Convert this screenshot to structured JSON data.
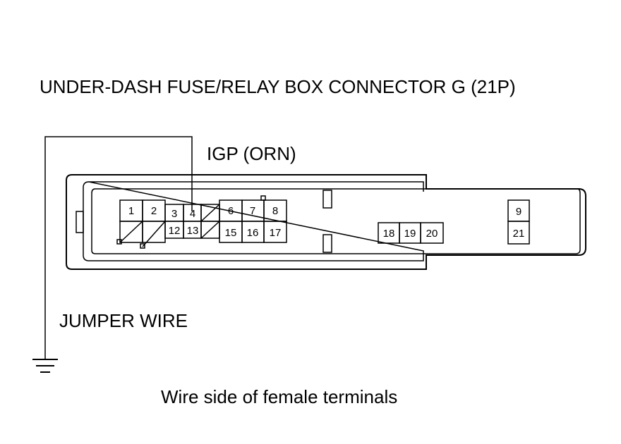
{
  "title": "UNDER-DASH FUSE/RELAY BOX CONNECTOR G (21P)",
  "wire_label": "IGP (ORN)",
  "jumper_label": "JUMPER WIRE",
  "caption": "Wire side of female terminals",
  "terminals": {
    "t1": "1",
    "t2": "2",
    "t3": "3",
    "t4": "4",
    "t6": "6",
    "t7": "7",
    "t8": "8",
    "t9": "9",
    "t12": "12",
    "t13": "13",
    "t15": "15",
    "t16": "16",
    "t17": "17",
    "t18": "18",
    "t19": "19",
    "t20": "20",
    "t21": "21"
  }
}
